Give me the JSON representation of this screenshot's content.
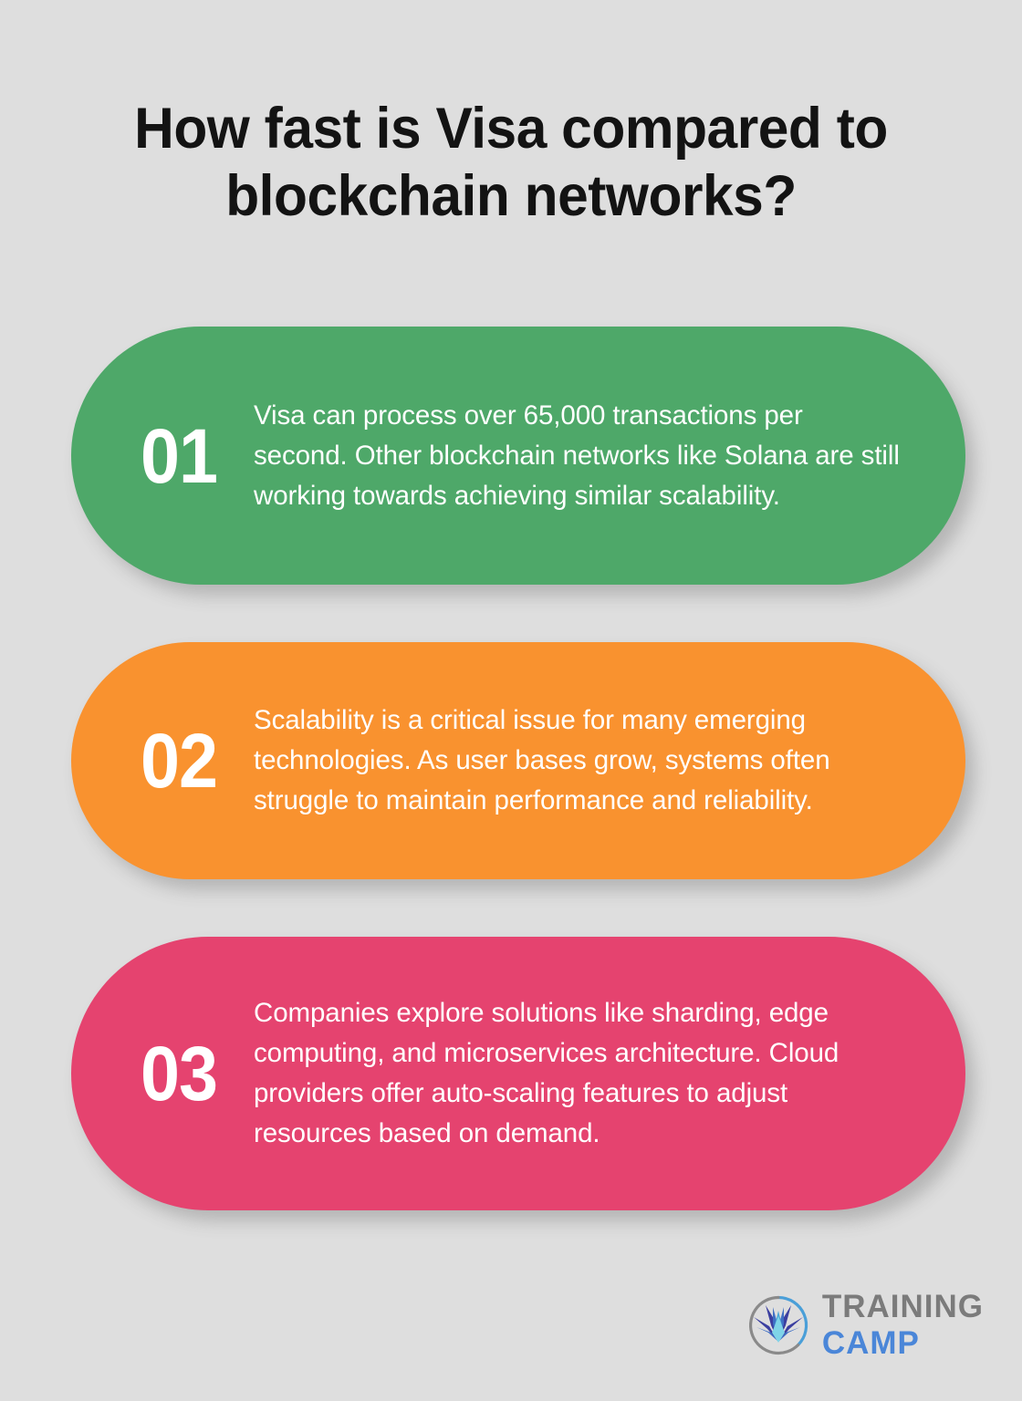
{
  "page": {
    "background_color": "#dedede",
    "title": "How fast is Visa compared to blockchain networks?"
  },
  "cards": [
    {
      "number": "01",
      "text": "Visa can process over 65,000 transactions per second. Other blockchain networks like Solana are still working towards achieving similar scalability.",
      "color": "#4ea869",
      "color_name": "green"
    },
    {
      "number": "02",
      "text": "Scalability is a critical issue for many emerging technologies. As user bases grow, systems often struggle to maintain performance and reliability.",
      "color": "#f9922f",
      "color_name": "orange"
    },
    {
      "number": "03",
      "text": "Companies explore solutions like sharding, edge computing, and microservices architecture. Cloud providers offer auto-scaling features to adjust resources based on demand.",
      "color": "#e5436f",
      "color_name": "pink"
    }
  ],
  "logo": {
    "word_top": "TRAINING",
    "word_bottom": "CAMP",
    "word_top_color": "#7b7b7b",
    "word_bottom_color": "#4a86d8",
    "mark_name": "lotus-star-emblem",
    "mark_colors": {
      "outer_petal": "#3b3fa0",
      "mid_petal": "#3f6fc4",
      "inner_petal": "#4aa8d8",
      "center": "#7fd4e8",
      "ring_top": "#4a9fd8",
      "ring_bottom": "#8a8a8a"
    }
  }
}
